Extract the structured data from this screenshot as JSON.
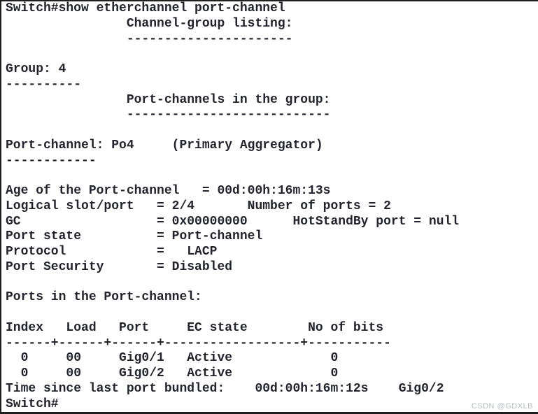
{
  "colors": {
    "background": "#ffffff",
    "text": "#23232e",
    "border": "#1f1f1f",
    "watermark": "#b9bdc2"
  },
  "terminal": {
    "prompt": "Switch#",
    "command": "show etherchannel port-channel",
    "group": "4",
    "port_channel": "Po4",
    "aggregator_role": "Primary Aggregator",
    "age_of_port_channel": "00d:00h:16m:13s",
    "logical_slot_port": "2/4",
    "number_of_ports": "2",
    "gc": "0x00000000",
    "hot_standby_port": "null",
    "port_state": "Port-channel",
    "protocol": "LACP",
    "port_security": "Disabled",
    "ports_table": {
      "headers": [
        "Index",
        "Load",
        "Port",
        "EC state",
        "No of bits"
      ],
      "rows": [
        [
          "0",
          "00",
          "Gig0/1",
          "Active",
          "0"
        ],
        [
          "0",
          "00",
          "Gig0/2",
          "Active",
          "0"
        ]
      ]
    },
    "time_since_last_port_bundled": "00d:00h:16m:12s",
    "last_bundled_port": "Gig0/2",
    "lines": [
      "Switch#show etherchannel port-channel",
      "                Channel-group listing:",
      "                ----------------------",
      "",
      "Group: 4",
      "----------",
      "                Port-channels in the group:",
      "                ---------------------------",
      "",
      "Port-channel: Po4     (Primary Aggregator)",
      "------------",
      "",
      "Age of the Port-channel   = 00d:00h:16m:13s",
      "Logical slot/port   = 2/4       Number of ports = 2",
      "GC                  = 0x00000000      HotStandBy port = null",
      "Port state          = Port-channel",
      "Protocol            =   LACP",
      "Port Security       = Disabled",
      "",
      "Ports in the Port-channel:",
      "",
      "Index   Load   Port     EC state        No of bits",
      "------+------+------+------------------+-----------",
      "  0     00     Gig0/1   Active             0",
      "  0     00     Gig0/2   Active             0",
      "Time since last port bundled:    00d:00h:16m:12s    Gig0/2",
      "Switch#"
    ]
  },
  "watermark": {
    "text": "CSDN @GDXLB"
  }
}
